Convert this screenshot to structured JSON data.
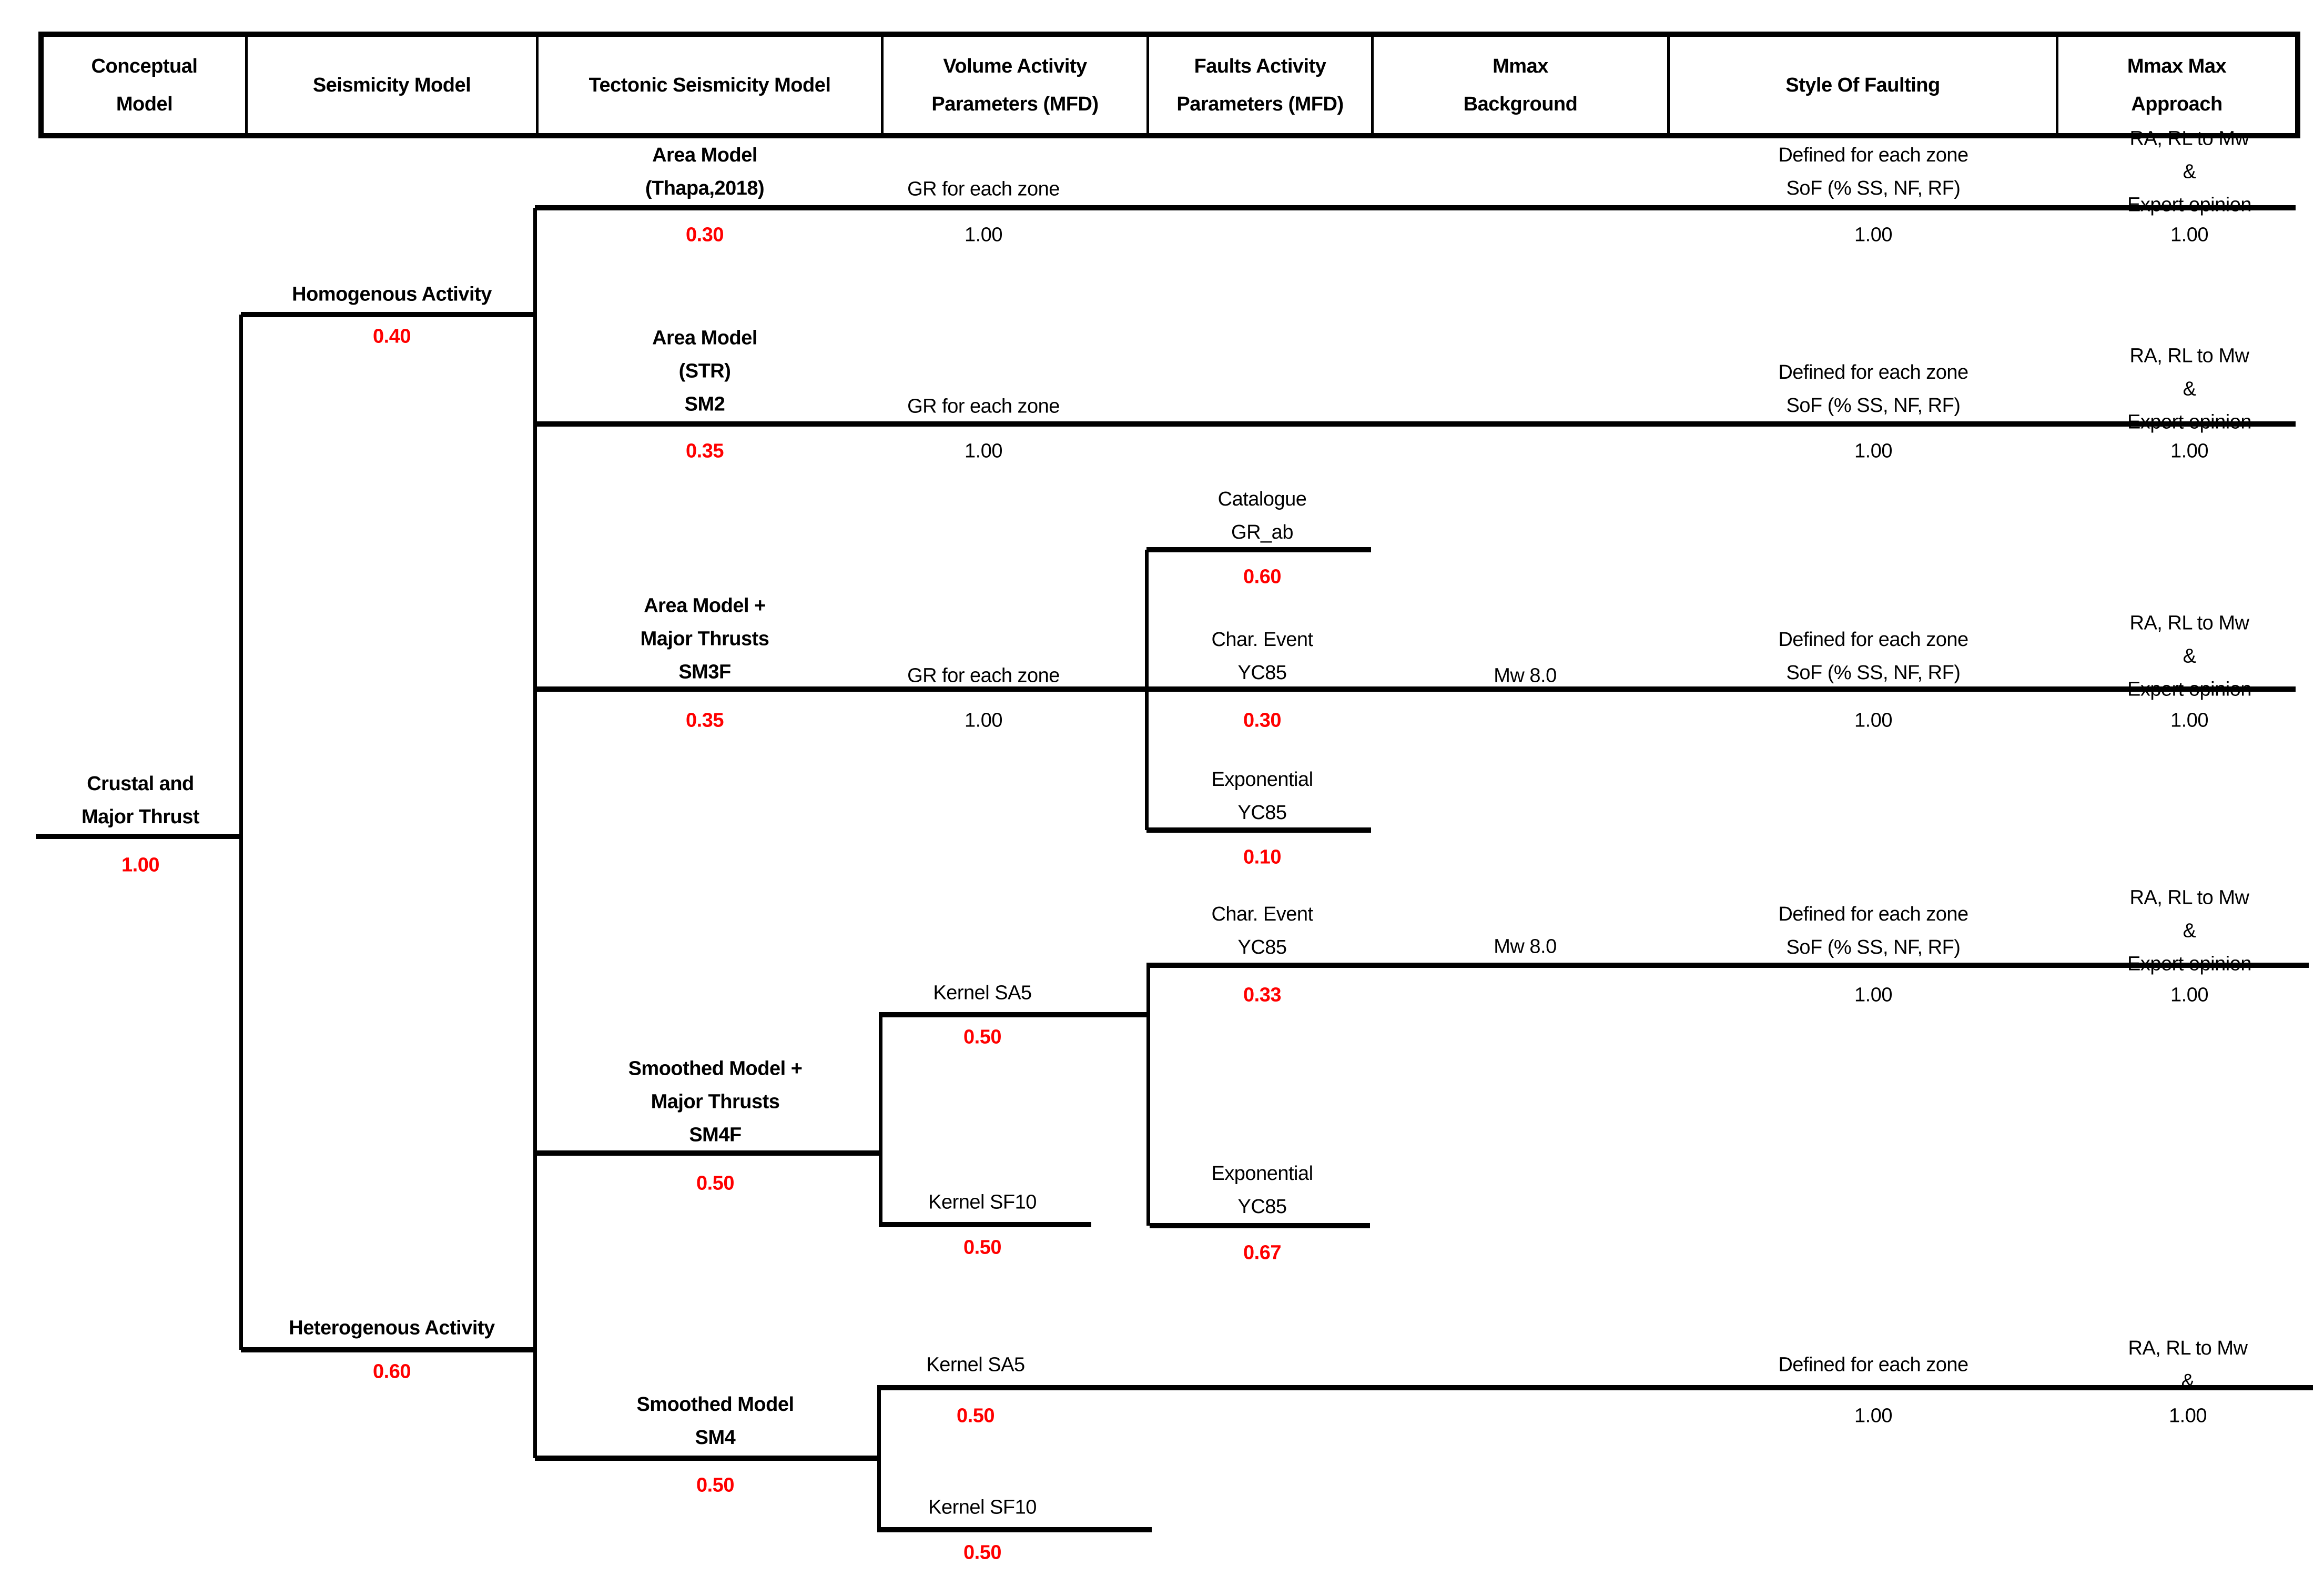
{
  "colors": {
    "branch_weight_red": "#FF0000",
    "line_black": "#000000",
    "background": "#FFFFFF"
  },
  "header": {
    "cols": [
      "Conceptual\nModel",
      "Seismicity Model",
      "Tectonic Seismicity Model",
      "Volume Activity\nParameters (MFD)",
      "Faults Activity\nParameters (MFD)",
      "Mmax\nBackground",
      "Style Of Faulting",
      "Mmax Max\nApproach"
    ]
  },
  "nodes": {
    "crustal": {
      "label": "Crustal and\nMajor Thrust",
      "weight": "1.00"
    },
    "homogenous": {
      "label": "Homogenous Activity",
      "weight": "0.40"
    },
    "heterogenous": {
      "label": "Heterogenous Activity",
      "weight": "0.60"
    },
    "thapa": {
      "label": "Area Model\n(Thapa,2018)",
      "weight": "0.30"
    },
    "sm2": {
      "label": "Area Model\n(STR)\nSM2",
      "weight": "0.35"
    },
    "sm3f": {
      "label": "Area Model +\nMajor Thrusts\nSM3F",
      "weight": "0.35"
    },
    "sm4f": {
      "label": "Smoothed Model +\nMajor Thrusts\nSM4F",
      "weight": "0.50"
    },
    "sm4": {
      "label": "Smoothed Model\nSM4",
      "weight": "0.50"
    },
    "gr1": {
      "label": "GR for each zone",
      "weight": "1.00"
    },
    "gr2": {
      "label": "GR for each zone",
      "weight": "1.00"
    },
    "gr3": {
      "label": "GR for each zone",
      "weight": "1.00"
    },
    "kernel_sa5_1": {
      "label": "Kernel SA5",
      "weight": "0.50"
    },
    "kernel_sf10_1": {
      "label": "Kernel SF10",
      "weight": "0.50"
    },
    "kernel_sa5_2": {
      "label": "Kernel SA5",
      "weight": "0.50"
    },
    "kernel_sf10_2": {
      "label": "Kernel SF10",
      "weight": "0.50"
    },
    "catalogue": {
      "label": "Catalogue\nGR_ab",
      "weight": "0.60"
    },
    "char_event_1": {
      "label": "Char. Event\nYC85",
      "weight": "0.30"
    },
    "exponential_1": {
      "label": "Exponential\nYC85",
      "weight": "0.10"
    },
    "char_event_2": {
      "label": "Char. Event\nYC85",
      "weight": "0.33"
    },
    "exponential_2": {
      "label": "Exponential\nYC85",
      "weight": "0.67"
    },
    "mmax_1": {
      "label": "Mw 8.0"
    },
    "mmax_2": {
      "label": "Mw 8.0"
    },
    "sof_1": {
      "label": "Defined for each zone\nSoF (% SS, NF, RF)",
      "weight": "1.00"
    },
    "sof_2": {
      "label": "Defined for each zone\nSoF (% SS, NF, RF)",
      "weight": "1.00"
    },
    "sof_3": {
      "label": "Defined for each zone\nSoF (% SS, NF, RF)",
      "weight": "1.00"
    },
    "sof_4": {
      "label": "Defined for each zone\nSoF (% SS, NF, RF)",
      "weight": "1.00"
    },
    "sof_5": {
      "label": "Defined for each zone",
      "weight": "1.00"
    },
    "app_1": {
      "label": "RA, RL to Mw &\nExpert opinion",
      "weight": "1.00"
    },
    "app_2": {
      "label": "RA, RL to Mw &\nExpert opinion",
      "weight": "1.00"
    },
    "app_3": {
      "label": "RA, RL to Mw &\nExpert opinion",
      "weight": "1.00"
    },
    "app_4": {
      "label": "RA, RL to Mw &\nExpert opinion",
      "weight": "1.00"
    },
    "app_5": {
      "label": "RA, RL to Mw &",
      "weight": "1.00"
    }
  }
}
